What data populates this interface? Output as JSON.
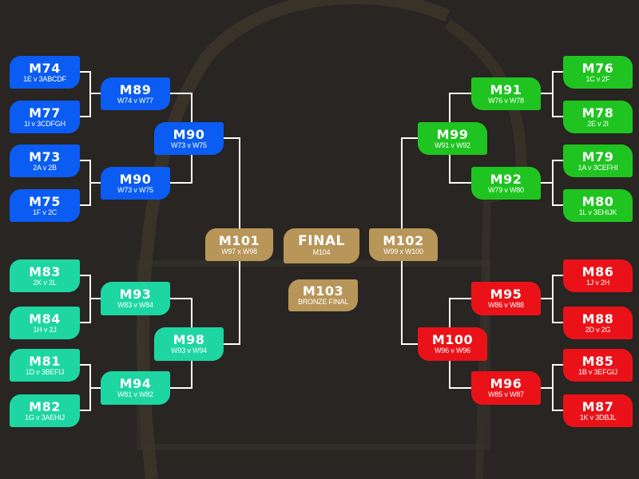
{
  "colors": {
    "blue": "#0a5cf2",
    "teal": "#1ed6a2",
    "green": "#1fc420",
    "red": "#ea1218",
    "gold": "#b8965a"
  },
  "matches": [
    {
      "id": "M74",
      "sub": "1E v 3ABCDF",
      "group": "blue"
    },
    {
      "id": "M77",
      "sub": "1I v 3CDFGH",
      "group": "blue"
    },
    {
      "id": "M73",
      "sub": "2A v 2B",
      "group": "blue"
    },
    {
      "id": "M75",
      "sub": "1F v 2C",
      "group": "blue"
    },
    {
      "id": "M89",
      "sub": "W74 v W77",
      "group": "blue"
    },
    {
      "id": "M90",
      "sub": "W73 v W75",
      "group": "blue"
    },
    {
      "id": "M90",
      "sub": "W73 v W75",
      "group": "blue"
    },
    {
      "id": "M83",
      "sub": "2K v 2L",
      "group": "teal"
    },
    {
      "id": "M84",
      "sub": "1H v 2J",
      "group": "teal"
    },
    {
      "id": "M81",
      "sub": "1D v 3BEFIJ",
      "group": "teal"
    },
    {
      "id": "M82",
      "sub": "1G v 3AEHIJ",
      "group": "teal"
    },
    {
      "id": "M93",
      "sub": "W83 v W84",
      "group": "teal"
    },
    {
      "id": "M94",
      "sub": "W81 v W82",
      "group": "teal"
    },
    {
      "id": "M98",
      "sub": "W93 v W94",
      "group": "teal"
    },
    {
      "id": "M101",
      "sub": "W97 x W98",
      "group": "gold"
    },
    {
      "id": "FINAL",
      "sub": "M104",
      "group": "gold"
    },
    {
      "id": "M103",
      "sub": "BRONZE FINAL",
      "group": "gold"
    },
    {
      "id": "M102",
      "sub": "W99 x W100",
      "group": "gold"
    },
    {
      "id": "M76",
      "sub": "1C v 2F",
      "group": "green"
    },
    {
      "id": "M78",
      "sub": "2E v 2I",
      "group": "green"
    },
    {
      "id": "M79",
      "sub": "1A v 3CEFHI",
      "group": "green"
    },
    {
      "id": "M80",
      "sub": "1L v 3EHIJK",
      "group": "green"
    },
    {
      "id": "M91",
      "sub": "W76 v W78",
      "group": "green"
    },
    {
      "id": "M92",
      "sub": "W79 v W80",
      "group": "green"
    },
    {
      "id": "M99",
      "sub": "W91 v W92",
      "group": "green"
    },
    {
      "id": "M86",
      "sub": "1J v 2H",
      "group": "red"
    },
    {
      "id": "M88",
      "sub": "2D v 2G",
      "group": "red"
    },
    {
      "id": "M85",
      "sub": "1B v 3EFGIJ",
      "group": "red"
    },
    {
      "id": "M87",
      "sub": "1K v 3DBJL",
      "group": "red"
    },
    {
      "id": "M95",
      "sub": "W86 v W88",
      "group": "red"
    },
    {
      "id": "M96",
      "sub": "W85 v W87",
      "group": "red"
    },
    {
      "id": "M100",
      "sub": "W96 v W96",
      "group": "red"
    }
  ]
}
